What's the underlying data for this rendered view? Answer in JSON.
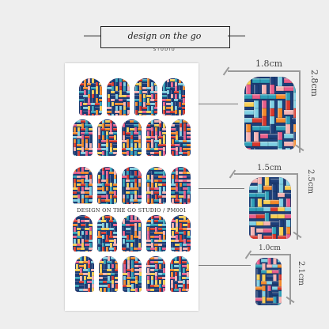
{
  "brand": {
    "name": "design on the go",
    "sub": "STUDIO"
  },
  "sheet": {
    "label": "DESIGN ON THE GO STUDIO / PM001"
  },
  "sizes": [
    {
      "width": "1.8cm",
      "height": "2.8cm"
    },
    {
      "width": "1.5cm",
      "height": "2.5cm"
    },
    {
      "width": "1.0cm",
      "height": "2.1cm"
    }
  ],
  "colors": {
    "background": "#eeeeee",
    "sheet": "#ffffff",
    "pattern": [
      "#d8392e",
      "#f4892a",
      "#2f9fb8",
      "#1d3f7a",
      "#f6b3b3",
      "#7fd0e4",
      "#e85e8b",
      "#f8cf54"
    ]
  }
}
